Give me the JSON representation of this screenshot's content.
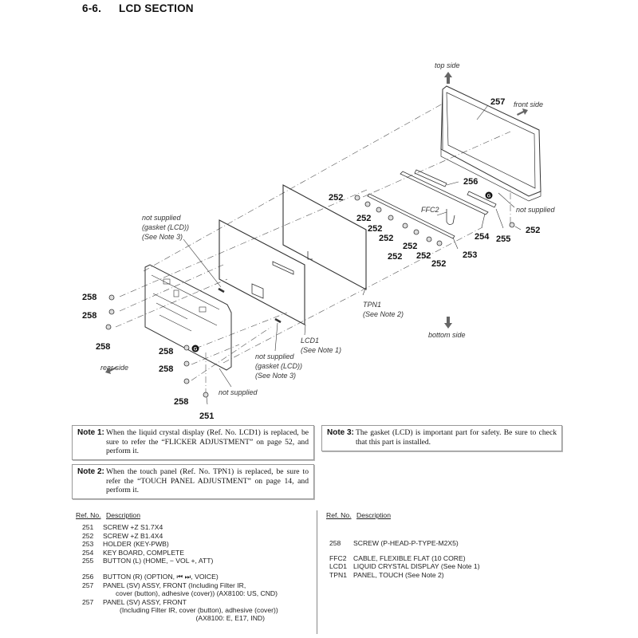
{
  "page": {
    "section_number": "6-6.",
    "section_title": "LCD SECTION"
  },
  "diagram": {
    "orientation": {
      "top": "top side",
      "front": "front side",
      "bottom": "bottom side",
      "rear": "rear side"
    },
    "callouts": {
      "c257": "257",
      "c256": "256",
      "c254": "254",
      "c255": "255",
      "c253": "253",
      "c251": "251",
      "c252": "252",
      "c258": "258",
      "ffc2": "FFC2",
      "tpn1": "TPN1",
      "tpn1_note": "(See Note 2)",
      "lcd1": "LCD1",
      "lcd1_note": "(See Note 1)",
      "not_supplied": "not supplied",
      "gasket": "(gasket (LCD))",
      "see_note3": "(See Note 3)",
      "grease_mark": "G"
    }
  },
  "notes": [
    {
      "label": "Note 1:",
      "text": "When the liquid crystal display (Ref. No. LCD1) is replaced, be sure to refer the “FLICKER ADJUSTMENT” on page 52, and perform it."
    },
    {
      "label": "Note 2:",
      "text": "When the touch panel (Ref. No. TPN1) is replaced, be sure to refer the “TOUCH PANEL ADJUSTMENT” on page 14, and perform it."
    },
    {
      "label": "Note 3:",
      "text": "The gasket (LCD) is important part for safety. Be sure to check that this part is installed."
    }
  ],
  "parts_list": {
    "headers": {
      "ref": "Ref. No.",
      "desc": "Description"
    },
    "left": [
      {
        "ref": "251",
        "desc": "SCREW +Z S1.7X4"
      },
      {
        "ref": "252",
        "desc": "SCREW +Z B1.4X4"
      },
      {
        "ref": "253",
        "desc": "HOLDER (KEY-PWB)"
      },
      {
        "ref": "254",
        "desc": "KEY BOARD, COMPLETE"
      },
      {
        "ref": "255",
        "desc": "BUTTON (L) (HOME, − VOL +, ATT)"
      },
      {
        "ref": "256",
        "desc": "BUTTON (R) (OPTION, ⏮ ⏭, VOICE)"
      },
      {
        "ref": "257",
        "desc": "PANEL (SV) ASSY, FRONT (Including Filter IR,",
        "cont": "cover (button), adhesive (cover)) (AX8100: US, CND)"
      },
      {
        "ref": "257",
        "desc": "PANEL (SV) ASSY, FRONT",
        "cont": "(Including Filter IR, cover (button), adhesive (cover))",
        "cont2": "(AX8100: E, E17, IND)"
      }
    ],
    "right": [
      {
        "ref": "258",
        "desc": "SCREW (P-HEAD-P-TYPE-M2X5)"
      },
      {
        "ref": "FFC2",
        "desc": "CABLE, FLEXIBLE FLAT (10 CORE)"
      },
      {
        "ref": "LCD1",
        "desc": "LIQUID CRYSTAL DISPLAY (See Note 1)"
      },
      {
        "ref": "TPN1",
        "desc": "PANEL, TOUCH (See Note 2)"
      }
    ]
  }
}
